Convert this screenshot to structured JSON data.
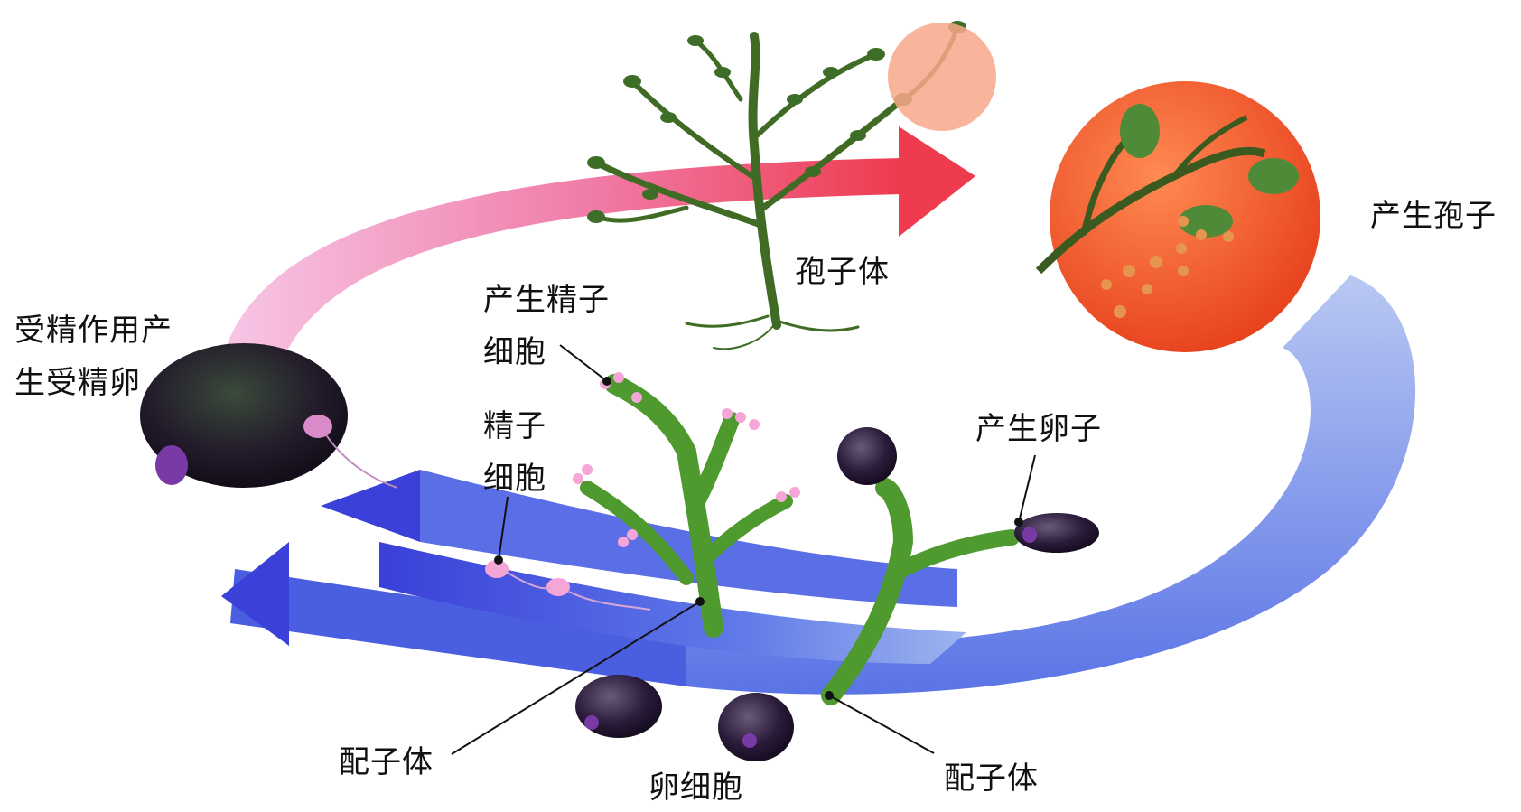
{
  "labels": {
    "sporophyte": "孢子体",
    "produce_spores": "产生孢子",
    "fertilization_line1": "受精作用产",
    "fertilization_line2": "生受精卵",
    "produce_sperm_cell_line1": "产生精子",
    "produce_sperm_cell_line2": "细胞",
    "sperm_cell_line1": "精子",
    "sperm_cell_line2": "细胞",
    "produce_egg": "产生卵子",
    "gametophyte_left": "配子体",
    "egg_cell": "卵细胞",
    "gametophyte_right": "配子体"
  },
  "colors": {
    "upper_arrow_start": "#f7c6e6",
    "upper_arrow_end": "#ee3b4d",
    "lower_arrow": "#4a5ee0",
    "lower_arrow_light": "#a9bdf0",
    "spore_circle": "#f05a2a",
    "plant_green": "#3f7d2a",
    "gametophyte_green": "#5aa83a",
    "egg_purple": "#2a1b3a",
    "sperm_pink": "#f0a0d0"
  }
}
